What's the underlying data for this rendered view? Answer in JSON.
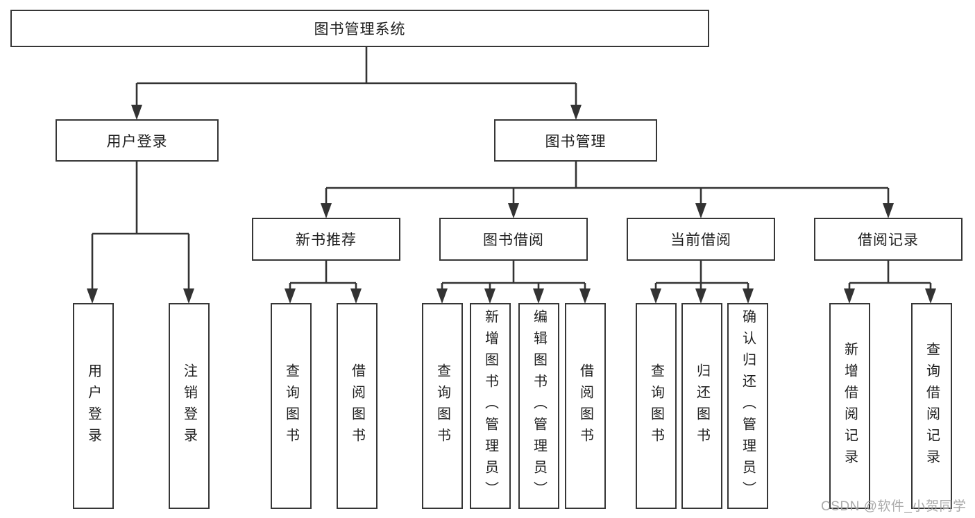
{
  "tree": {
    "root": "图书管理系统",
    "branches": [
      {
        "label": "用户登录",
        "children": [
          "用户登录",
          "注销登录"
        ]
      },
      {
        "label": "图书管理",
        "groups": [
          {
            "label": "新书推荐",
            "children": [
              "查询图书",
              "借阅图书"
            ]
          },
          {
            "label": "图书借阅",
            "children": [
              "查询图书",
              "新增图书（管理员）",
              "编辑图书（管理员）",
              "借阅图书"
            ]
          },
          {
            "label": "当前借阅",
            "children": [
              "查询图书",
              "归还图书",
              "确认归还（管理员）"
            ]
          },
          {
            "label": "借阅记录",
            "children": [
              "新增借阅记录",
              "查询借阅记录"
            ]
          }
        ]
      }
    ]
  },
  "colors": {
    "line": "#333333",
    "border": "#363636",
    "text": "#1f1f1f",
    "background": "#ffffff",
    "watermark": "#a5a5a5"
  },
  "watermark": "CSDN @软件_小贺同学"
}
